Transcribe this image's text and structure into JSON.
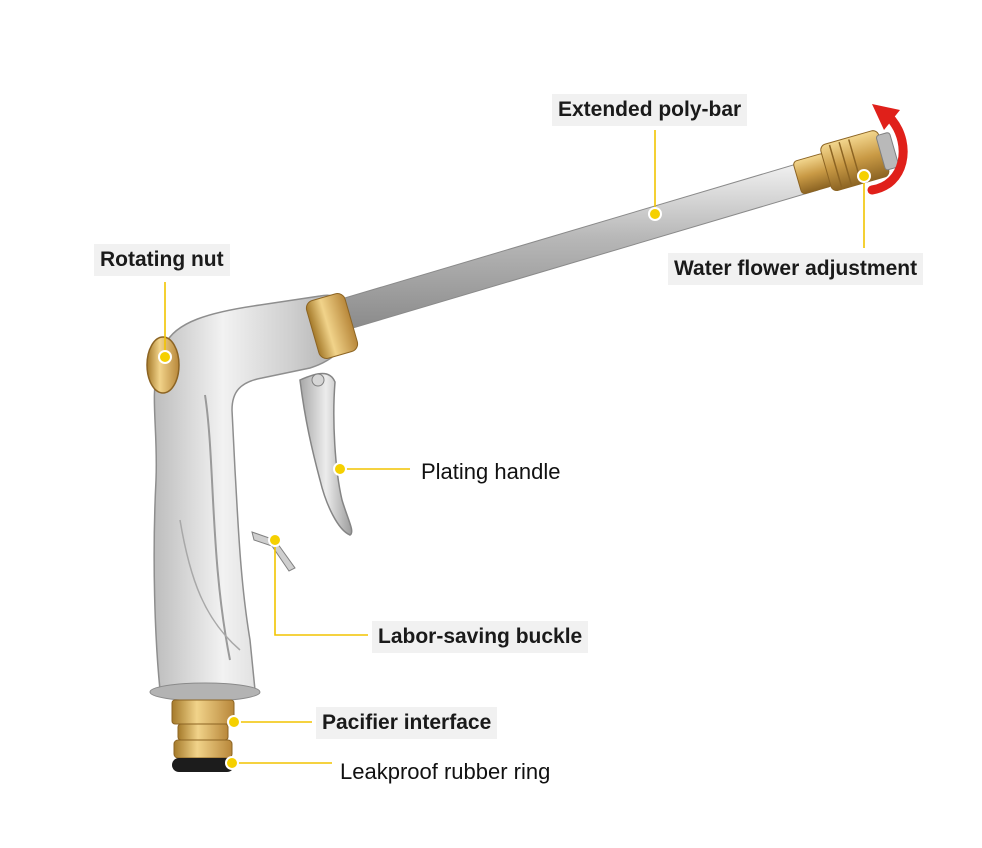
{
  "diagram": {
    "labels": {
      "poly_bar": "Extended poly-bar",
      "water_flower": "Water flower adjustment",
      "rotating_nut": "Rotating nut",
      "plating_handle": "Plating handle",
      "labor_buckle": "Labor-saving buckle",
      "pacifier": "Pacifier interface",
      "rubber_ring": "Leakproof rubber ring"
    },
    "colors": {
      "leader_line": "#f2c400",
      "marker": "#f5d000",
      "rotate_arrow": "#e0201a",
      "brass": "#d4a84a",
      "metal": "#c9c9c9"
    }
  }
}
